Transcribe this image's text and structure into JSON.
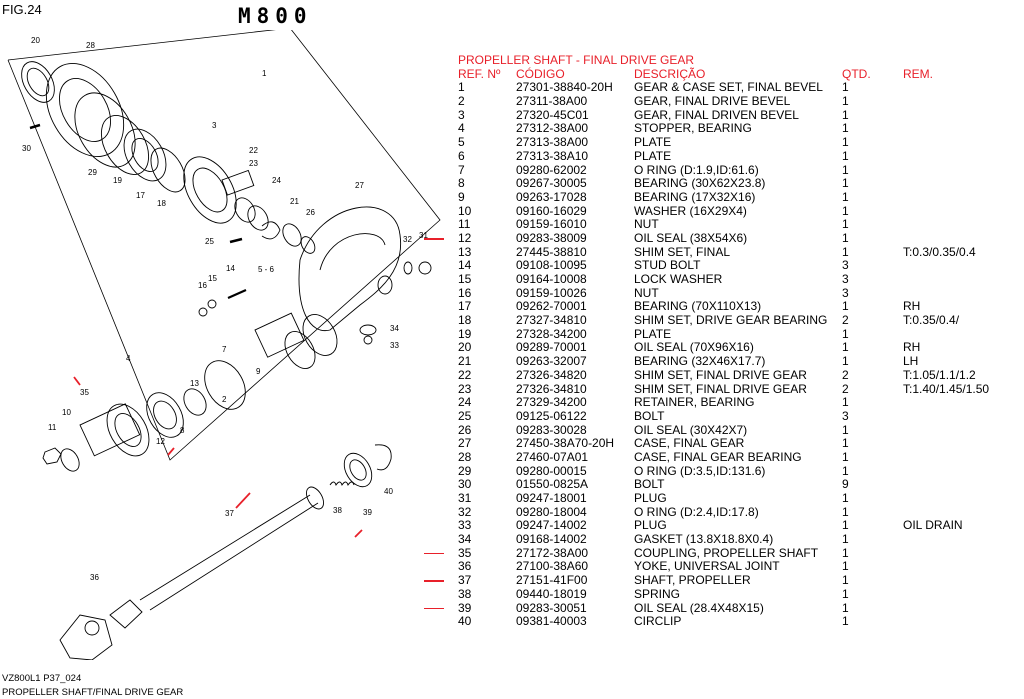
{
  "figure_label": "FIG.24",
  "model": "M800",
  "footer": {
    "line1": "VZ800L1 P37_024",
    "line2": "PROPELLER SHAFT/FINAL DRIVE GEAR"
  },
  "diagram": {
    "callouts": [
      "1",
      "2",
      "3",
      "4",
      "5",
      "6",
      "7",
      "8",
      "9",
      "10",
      "11",
      "12",
      "13",
      "14",
      "15",
      "16",
      "17",
      "18",
      "19",
      "20",
      "21",
      "22",
      "23",
      "24",
      "25",
      "26",
      "27",
      "28",
      "29",
      "30",
      "31",
      "32",
      "33",
      "34",
      "35",
      "36",
      "37",
      "38",
      "39",
      "40"
    ],
    "label_5_6": "5 - 6",
    "highlight_color": "#e8202a"
  },
  "parts_table": {
    "title": "PROPELLER SHAFT - FINAL DRIVE GEAR",
    "headers": {
      "ref": "REF. Nº",
      "code": "CÓDIGO",
      "desc": "DESCRIÇÃO",
      "qty": "QTD.",
      "rem": "REM."
    },
    "rows": [
      {
        "ref": "1",
        "code": "27301-38840-20H",
        "desc": "GEAR & CASE SET, FINAL BEVEL",
        "qty": "1",
        "rem": "",
        "marked": false
      },
      {
        "ref": "2",
        "code": "27311-38A00",
        "desc": "GEAR, FINAL DRIVE BEVEL",
        "qty": "1",
        "rem": "",
        "marked": false
      },
      {
        "ref": "3",
        "code": "27320-45C01",
        "desc": "GEAR, FINAL DRIVEN BEVEL",
        "qty": "1",
        "rem": "",
        "marked": false
      },
      {
        "ref": "4",
        "code": "27312-38A00",
        "desc": "STOPPER, BEARING",
        "qty": "1",
        "rem": "",
        "marked": false
      },
      {
        "ref": "5",
        "code": "27313-38A00",
        "desc": "PLATE",
        "qty": "1",
        "rem": "",
        "marked": false
      },
      {
        "ref": "6",
        "code": "27313-38A10",
        "desc": "PLATE",
        "qty": "1",
        "rem": "",
        "marked": false
      },
      {
        "ref": "7",
        "code": "09280-62002",
        "desc": "O RING (D:1.9,ID:61.6)",
        "qty": "1",
        "rem": "",
        "marked": false
      },
      {
        "ref": "8",
        "code": "09267-30005",
        "desc": "BEARING (30X62X23.8)",
        "qty": "1",
        "rem": "",
        "marked": false
      },
      {
        "ref": "9",
        "code": "09263-17028",
        "desc": "BEARING (17X32X16)",
        "qty": "1",
        "rem": "",
        "marked": false
      },
      {
        "ref": "10",
        "code": "09160-16029",
        "desc": "WASHER (16X29X4)",
        "qty": "1",
        "rem": "",
        "marked": false
      },
      {
        "ref": "11",
        "code": "09159-16010",
        "desc": "NUT",
        "qty": "1",
        "rem": "",
        "marked": false
      },
      {
        "ref": "12",
        "code": "09283-38009",
        "desc": "OIL SEAL (38X54X6)",
        "qty": "1",
        "rem": "",
        "marked": true
      },
      {
        "ref": "13",
        "code": "27445-38810",
        "desc": "SHIM SET, FINAL",
        "qty": "1",
        "rem": "T:0.3/0.35/0.4",
        "marked": false
      },
      {
        "ref": "14",
        "code": "09108-10095",
        "desc": "STUD BOLT",
        "qty": "3",
        "rem": "",
        "marked": false
      },
      {
        "ref": "15",
        "code": "09164-10008",
        "desc": "LOCK WASHER",
        "qty": "3",
        "rem": "",
        "marked": false
      },
      {
        "ref": "16",
        "code": "09159-10026",
        "desc": "NUT",
        "qty": "3",
        "rem": "",
        "marked": false
      },
      {
        "ref": "17",
        "code": "09262-70001",
        "desc": "BEARING (70X110X13)",
        "qty": "1",
        "rem": "RH",
        "marked": false
      },
      {
        "ref": "18",
        "code": "27327-34810",
        "desc": "SHIM SET, DRIVE GEAR BEARING",
        "qty": "2",
        "rem": "T:0.35/0.4/",
        "marked": false
      },
      {
        "ref": "19",
        "code": "27328-34200",
        "desc": "PLATE",
        "qty": "1",
        "rem": "",
        "marked": false
      },
      {
        "ref": "20",
        "code": "09289-70001",
        "desc": "OIL SEAL (70X96X16)",
        "qty": "1",
        "rem": "RH",
        "marked": false
      },
      {
        "ref": "21",
        "code": "09263-32007",
        "desc": "BEARING (32X46X17.7)",
        "qty": "1",
        "rem": "LH",
        "marked": false
      },
      {
        "ref": "22",
        "code": "27326-34820",
        "desc": "SHIM SET, FINAL DRIVE GEAR",
        "qty": "2",
        "rem": "T:1.05/1.1/1.2",
        "marked": false
      },
      {
        "ref": "23",
        "code": "27326-34810",
        "desc": "SHIM SET, FINAL DRIVE GEAR",
        "qty": "2",
        "rem": "T:1.40/1.45/1.50",
        "marked": false
      },
      {
        "ref": "24",
        "code": "27329-34200",
        "desc": "RETAINER, BEARING",
        "qty": "1",
        "rem": "",
        "marked": false
      },
      {
        "ref": "25",
        "code": "09125-06122",
        "desc": "BOLT",
        "qty": "3",
        "rem": "",
        "marked": false
      },
      {
        "ref": "26",
        "code": "09283-30028",
        "desc": "OIL SEAL (30X42X7)",
        "qty": "1",
        "rem": "",
        "marked": false
      },
      {
        "ref": "27",
        "code": "27450-38A70-20H",
        "desc": "CASE, FINAL GEAR",
        "qty": "1",
        "rem": "",
        "marked": false
      },
      {
        "ref": "28",
        "code": "27460-07A01",
        "desc": "CASE, FINAL GEAR BEARING",
        "qty": "1",
        "rem": "",
        "marked": false
      },
      {
        "ref": "29",
        "code": "09280-00015",
        "desc": "O RING (D:3.5,ID:131.6)",
        "qty": "1",
        "rem": "",
        "marked": false
      },
      {
        "ref": "30",
        "code": "01550-0825A",
        "desc": "BOLT",
        "qty": "9",
        "rem": "",
        "marked": false
      },
      {
        "ref": "31",
        "code": "09247-18001",
        "desc": "PLUG",
        "qty": "1",
        "rem": "",
        "marked": false
      },
      {
        "ref": "32",
        "code": "09280-18004",
        "desc": "O RING (D:2.4,ID:17.8)",
        "qty": "1",
        "rem": "",
        "marked": false
      },
      {
        "ref": "33",
        "code": "09247-14002",
        "desc": "PLUG",
        "qty": "1",
        "rem": "OIL DRAIN",
        "marked": false
      },
      {
        "ref": "34",
        "code": "09168-14002",
        "desc": "GASKET (13.8X18.8X0.4)",
        "qty": "1",
        "rem": "",
        "marked": false
      },
      {
        "ref": "35",
        "code": "27172-38A00",
        "desc": "COUPLING, PROPELLER SHAFT",
        "qty": "1",
        "rem": "",
        "marked": true
      },
      {
        "ref": "36",
        "code": "27100-38A60",
        "desc": "YOKE, UNIVERSAL JOINT",
        "qty": "1",
        "rem": "",
        "marked": false
      },
      {
        "ref": "37",
        "code": "27151-41F00",
        "desc": "SHAFT, PROPELLER",
        "qty": "1",
        "rem": "",
        "marked": true
      },
      {
        "ref": "38",
        "code": "09440-18019",
        "desc": "SPRING",
        "qty": "1",
        "rem": "",
        "marked": false
      },
      {
        "ref": "39",
        "code": "09283-30051",
        "desc": "OIL SEAL (28.4X48X15)",
        "qty": "1",
        "rem": "",
        "marked": true
      },
      {
        "ref": "40",
        "code": "09381-40003",
        "desc": "CIRCLIP",
        "qty": "1",
        "rem": "",
        "marked": false
      }
    ]
  }
}
